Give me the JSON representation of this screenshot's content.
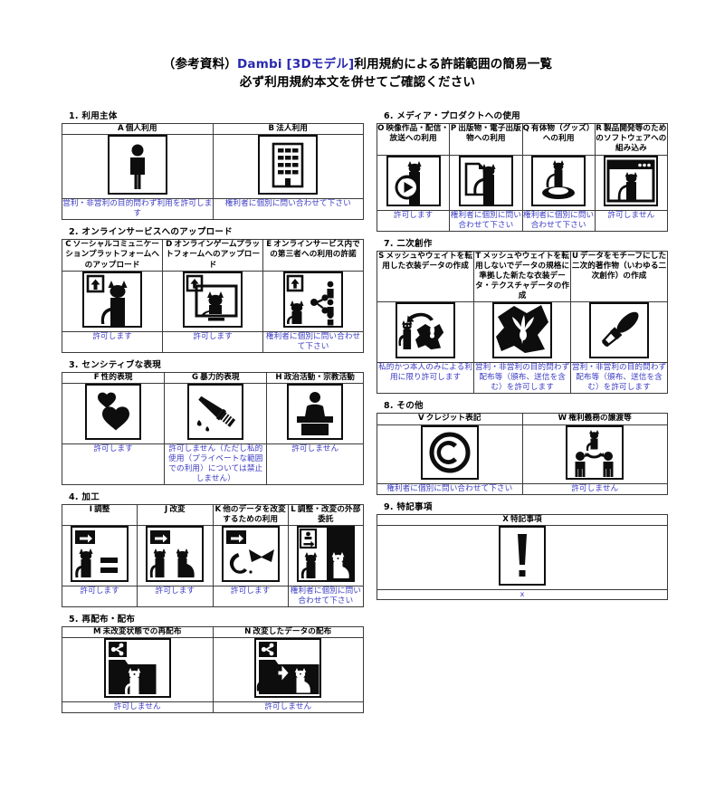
{
  "title": {
    "line1_pre": "（参考資料）",
    "line1_accent": "Dambi [3Dモデル]",
    "line1_post": "利用規約による許諾範囲の簡易一覧",
    "line2": "必ず利用規約本文を併せてご確認ください"
  },
  "sections": [
    {
      "id": "s1",
      "heading": "1. 利用主体",
      "columns": 2,
      "items": [
        {
          "code": "A",
          "title": "個人利用",
          "icon": "person-icon",
          "note": "営利・非営利の目的問わず利用を許可します"
        },
        {
          "code": "B",
          "title": "法人利用",
          "icon": "building-icon",
          "note": "権利者に個別に問い合わせて下さい"
        }
      ]
    },
    {
      "id": "s2",
      "heading": "2. オンラインサービスへのアップロード",
      "columns": 3,
      "items": [
        {
          "code": "C",
          "title": "ソーシャルコミュニケーションプラットフォームへのアップロード",
          "icon": "upload-cat-icon",
          "note": "許可します"
        },
        {
          "code": "D",
          "title": "オンラインゲームプラットフォームへのアップロード",
          "icon": "upload-monitor-cat-icon",
          "note": "許可します"
        },
        {
          "code": "E",
          "title": "オンラインサービス内での第三者への利用の許諾",
          "icon": "upload-share-people-icon",
          "note": "権利者に個別に問い合わせて下さい"
        }
      ]
    },
    {
      "id": "s3",
      "heading": "3. センシティブな表現",
      "columns": 3,
      "items": [
        {
          "code": "F",
          "title": "性的表現",
          "icon": "hearts-icon",
          "note": "許可します"
        },
        {
          "code": "G",
          "title": "暴力的表現",
          "icon": "knife-icon",
          "note": "許可しません（ただし私的使用（プライベートな範囲での利用）については禁止しません）"
        },
        {
          "code": "H",
          "title": "政治活動・宗教活動",
          "icon": "podium-speaker-icon",
          "note": "許可しません"
        }
      ]
    },
    {
      "id": "s4",
      "heading": "4. 加工",
      "columns": 4,
      "items": [
        {
          "code": "I",
          "title": "調整",
          "icon": "arrow-cat-equals-icon",
          "note": "許可します"
        },
        {
          "code": "J",
          "title": "改変",
          "icon": "arrow-two-cats-icon",
          "note": "許可します"
        },
        {
          "code": "K",
          "title": "他のデータを改変するための利用",
          "icon": "arrow-shape-icon",
          "note": "許可します"
        },
        {
          "code": "L",
          "title": "調整・改変の外部委託",
          "icon": "outsource-cats-icon",
          "note": "権利者に個別に問い合わせて下さい"
        }
      ]
    },
    {
      "id": "s5",
      "heading": "5. 再配布・配布",
      "columns": 2,
      "items": [
        {
          "code": "M",
          "title": "未改変状態での再配布",
          "icon": "share-folder-cat-icon",
          "note": "許可しません"
        },
        {
          "code": "N",
          "title": "改変したデータの配布",
          "icon": "share-folder-two-cats-icon",
          "note": "許可しません"
        }
      ]
    },
    {
      "id": "s6",
      "heading": "6. メディア・プロダクトへの使用",
      "columns": 4,
      "items": [
        {
          "code": "O",
          "title": "映像作品・配信・放送への利用",
          "icon": "play-cat-icon",
          "note": "許可します"
        },
        {
          "code": "P",
          "title": "出版物・電子出版物への利用",
          "icon": "page-cat-icon",
          "note": "権利者に個別に問い合わせて下さい"
        },
        {
          "code": "Q",
          "title": "有体物（グッズ）への利用",
          "icon": "figurine-cat-icon",
          "note": "権利者に個別に問い合わせて下さい"
        },
        {
          "code": "R",
          "title": "製品開発等のためのソフトウェアへの組み込み",
          "icon": "window-cat-icon",
          "note": "許可しません"
        }
      ]
    },
    {
      "id": "s7",
      "heading": "7. 二次創作",
      "columns": 3,
      "items": [
        {
          "code": "S",
          "title": "メッシュやウェイトを転用した衣装データの作成",
          "icon": "cat-arrow-cloth-icon",
          "note": "私的かつ本人のみによる利用に限り許可します"
        },
        {
          "code": "T",
          "title": "メッシュやウェイトを転用しないでデータの規格に準拠した新たな衣装データ・テクスチャデータの作成",
          "icon": "cloth-icon",
          "note": "営利・非営利の目的問わず配布等（頒布、送信を含む）を許可します"
        },
        {
          "code": "U",
          "title": "データをモチーフにした二次的著作物（いわゆる二次創作）の作成",
          "icon": "brush-icon",
          "note": "営利・非営利の目的問わず配布等（頒布、送信を含む）を許可します"
        }
      ]
    },
    {
      "id": "s8",
      "heading": "8. その他",
      "columns": 2,
      "items": [
        {
          "code": "V",
          "title": "クレジット表記",
          "icon": "copyright-icon",
          "note": "権利者に個別に問い合わせて下さい"
        },
        {
          "code": "W",
          "title": "権利義務の譲渡等",
          "icon": "transfer-people-cat-icon",
          "note": "許可しません"
        }
      ]
    },
    {
      "id": "s9",
      "heading": "9. 特記事項",
      "columns": 1,
      "items": [
        {
          "code": "X",
          "title": "特記事項",
          "icon": "exclamation-icon",
          "note": "x"
        }
      ]
    }
  ],
  "colors": {
    "accent_blue": "#2929b0",
    "note_blue": "#3b3bc4",
    "border": "#3a3a3a",
    "ink": "#0d0d0d"
  }
}
